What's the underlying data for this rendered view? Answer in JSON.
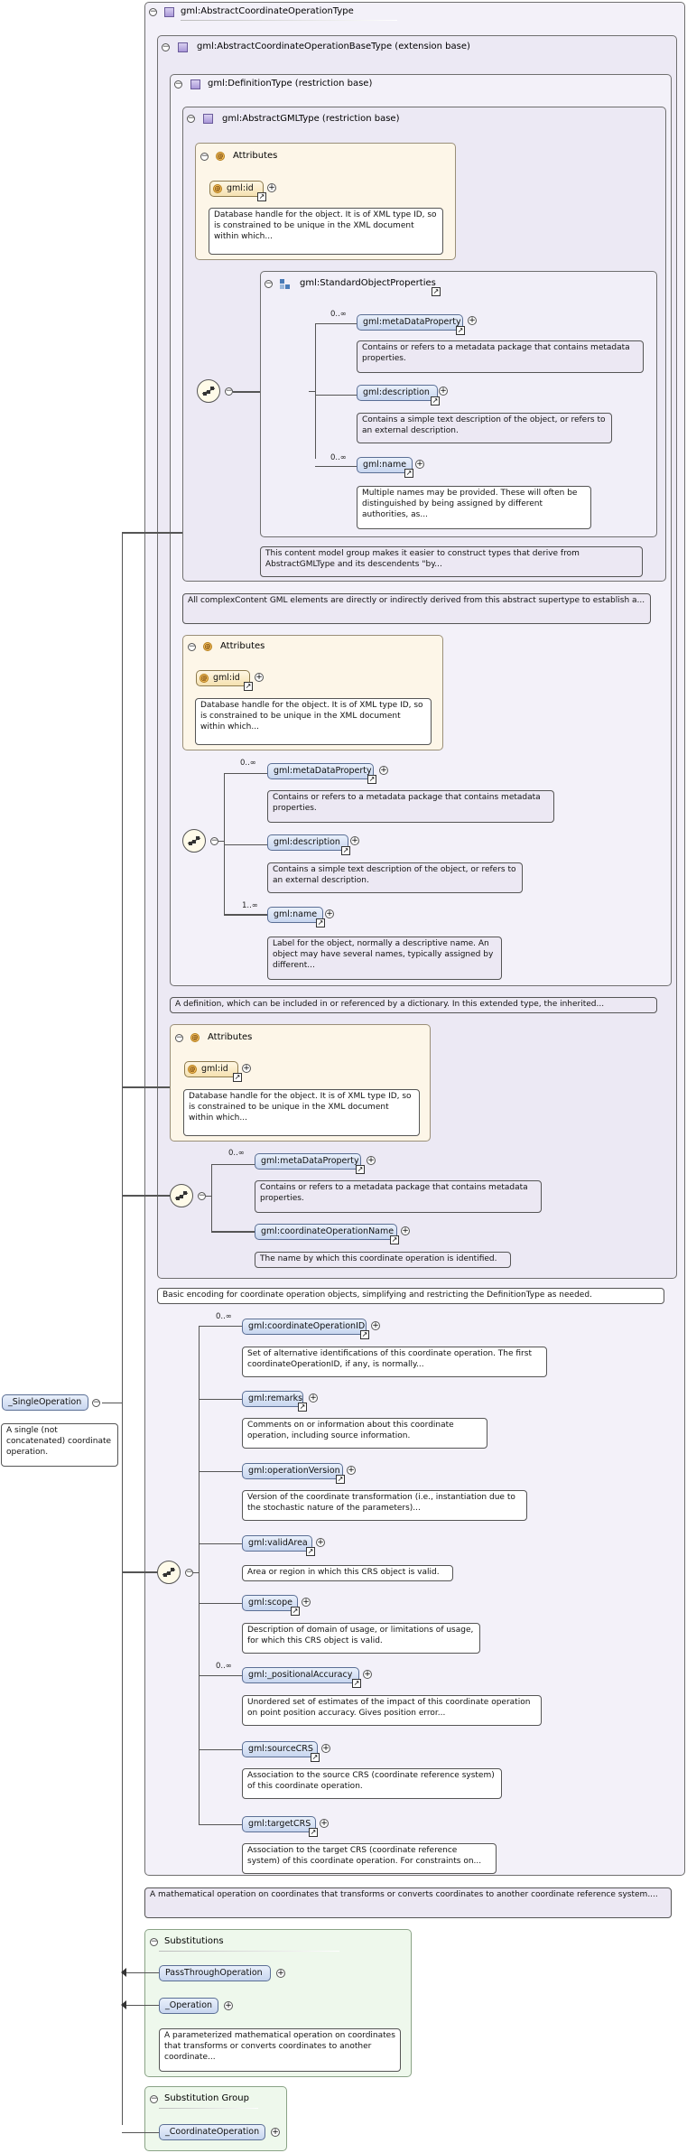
{
  "root": {
    "title": "gml:AbstractCoordinateOperationType",
    "base": "gml:AbstractCoordinateOperationBaseType (extension base)",
    "definition_type": "gml:DefinitionType (restriction base)",
    "gml_type": "gml:AbstractGMLType (restriction base)"
  },
  "labels": {
    "attributes": "Attributes",
    "gml_id": "gml:id",
    "gml_id_doc": "Database handle for the object. It is of XML type ID, so is constrained to be unique in the XML document within which...",
    "standard_props": "gml:StandardObjectProperties",
    "meta_property": "gml:metaDataProperty",
    "meta_doc": "Contains or refers to a metadata package that contains metadata properties.",
    "description": "gml:description",
    "description_doc": "Contains a simple text description of the object, or refers to an external description.",
    "name": "gml:name",
    "name_doc_1": "Multiple names may be provided. These will often be distinguished by being assigned by different authorities, as...",
    "name_doc_2": "Label for the object, normally a descriptive name. An object may have several names, typically assigned by different...",
    "occ_0_inf": "0..∞",
    "occ_1_inf": "1..∞",
    "content_model_doc": "This content model group makes it easier to construct types that derive from AbstractGMLType and its descendents \"by...",
    "complex_doc": "All complexContent GML elements are directly or indirectly derived from this abstract supertype to establish a...",
    "definition_doc": "A definition, which can be included in or referenced by a dictionary. In this extended type, the inherited...",
    "op_name": "gml:coordinateOperationName",
    "op_name_doc": "The name by which this coordinate operation is identified.",
    "base_doc": "Basic encoding for coordinate operation objects, simplifying and restricting the DefinitionType as needed.",
    "op_id": "gml:coordinateOperationID",
    "op_id_doc": "Set of alternative identifications of this coordinate operation. The first coordinateOperationID, if any, is normally...",
    "remarks": "gml:remarks",
    "remarks_doc": "Comments on or information about this coordinate operation, including source information.",
    "op_version": "gml:operationVersion",
    "op_version_doc": "Version of the coordinate transformation (i.e., instantiation due to the stochastic nature of the parameters)...",
    "valid_area": "gml:validArea",
    "valid_area_doc": "Area or region in which this CRS object is valid.",
    "scope": "gml:scope",
    "scope_doc": "Description of domain of usage, or limitations of usage, for which this CRS object is valid.",
    "pos_acc": "gml:_positionalAccuracy",
    "pos_acc_doc": "Unordered set of estimates of the impact of this coordinate operation on point position accuracy. Gives position error...",
    "source_crs": "gml:sourceCRS",
    "source_crs_doc": "Association to the source CRS (coordinate reference system) of this coordinate operation.",
    "target_crs": "gml:targetCRS",
    "target_crs_doc": "Association to the target CRS (coordinate reference system) of this coordinate operation. For constraints on...",
    "type_doc": "A mathematical operation on coordinates that transforms or converts coordinates to another coordinate reference system....",
    "single_op": "_SingleOperation",
    "single_op_doc": "A single (not concatenated) coordinate operation.",
    "substitutions": "Substitutions",
    "passthrough": "PassThroughOperation",
    "operation": "_Operation",
    "operation_doc": "A parameterized mathematical operation on coordinates that transforms or converts coordinates to another coordinate...",
    "subst_group": "Substitution Group",
    "coord_op": "_CoordinateOperation"
  },
  "colors": {
    "class_box": "#f3f1f9",
    "attributes_box": "#fdf6e8",
    "substitutions_box": "#eef8ec",
    "element_pill": "#c8d6ef"
  },
  "icons": {
    "toggle": "collapse-toggle-icon",
    "sequence": "sequence-compositor-icon",
    "link": "link-arrow-icon",
    "plus": "expand-plus-icon"
  }
}
